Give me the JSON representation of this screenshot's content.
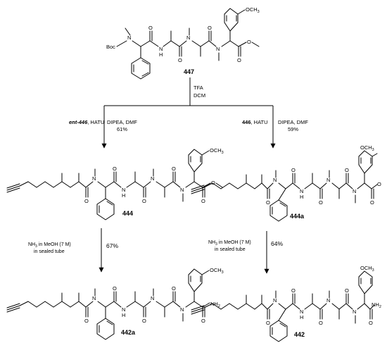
{
  "compounds": {
    "start": "447",
    "left_intermediate": "444",
    "right_intermediate": "444a",
    "left_product": "442a",
    "right_product": "442"
  },
  "atoms": {
    "boc": "Boc",
    "n": "N",
    "nh": "N",
    "h": "H",
    "o": "O",
    "och3": "OCH",
    "och3_sub": "3",
    "nh2": "NH",
    "nh2_sub": "2"
  },
  "step1": {
    "reagent1": "TFA",
    "reagent2": "DCM"
  },
  "left_branch": {
    "reagent_prefix": "ent-446",
    "reagent_suffix": ", HATU",
    "conditions": "DIPEA, DMF",
    "yield": "61%"
  },
  "right_branch": {
    "reagent_prefix": "446",
    "reagent_suffix": ", HATU",
    "conditions": "DIPEA, DMF",
    "yield": "59%"
  },
  "left_amidation": {
    "line1_prefix": "NH",
    "line1_sub": "3",
    "line1_suffix": " in MeOH (7 M)",
    "line2": "in sealed tube",
    "yield": "67%"
  },
  "right_amidation": {
    "line1_prefix": "NH",
    "line1_sub": "3",
    "line1_suffix": " in MeOH (7 M)",
    "line2": "in sealed tube",
    "yield": "64%"
  }
}
